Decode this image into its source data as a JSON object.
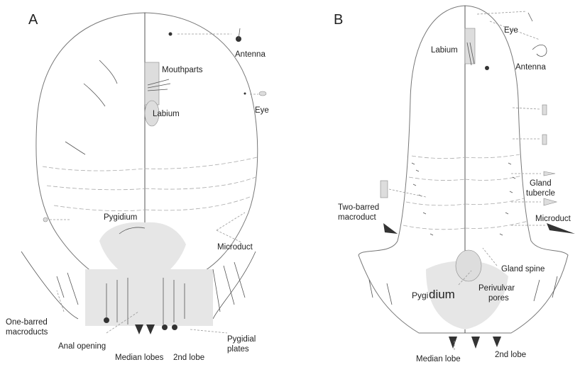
{
  "panels": [
    {
      "letter": "A",
      "labels": {
        "antenna": "Antenna",
        "mouthparts": "Mouthparts",
        "labium": "Labium",
        "eye": "Eye",
        "pygidium": "Pygidium",
        "microduct": "Microduct",
        "one_barred_1": "One-barred",
        "one_barred_2": "macroducts",
        "anal_opening": "Anal opening",
        "median_lobes": "Median lobes",
        "second_lobe": "2nd lobe",
        "pygidial_1": "Pygidial",
        "pygidial_2": "plates"
      }
    },
    {
      "letter": "B",
      "labels": {
        "eye": "Eye",
        "labium": "Labium",
        "antenna": "Antenna",
        "gland_tubercle_1": "Gland",
        "gland_tubercle_2": "tubercle",
        "two_barred_1": "Two-barred",
        "two_barred_2": "macroduct",
        "microduct": "Microduct",
        "gland_spine": "Gland spine",
        "pygidium_a": "Pygi",
        "pygidium_b": "dium",
        "perivulvar_1": "Perivulvar",
        "perivulvar_2": "pores",
        "median_lobe": "Median lobe",
        "second_lobe": "2nd lobe"
      }
    }
  ]
}
